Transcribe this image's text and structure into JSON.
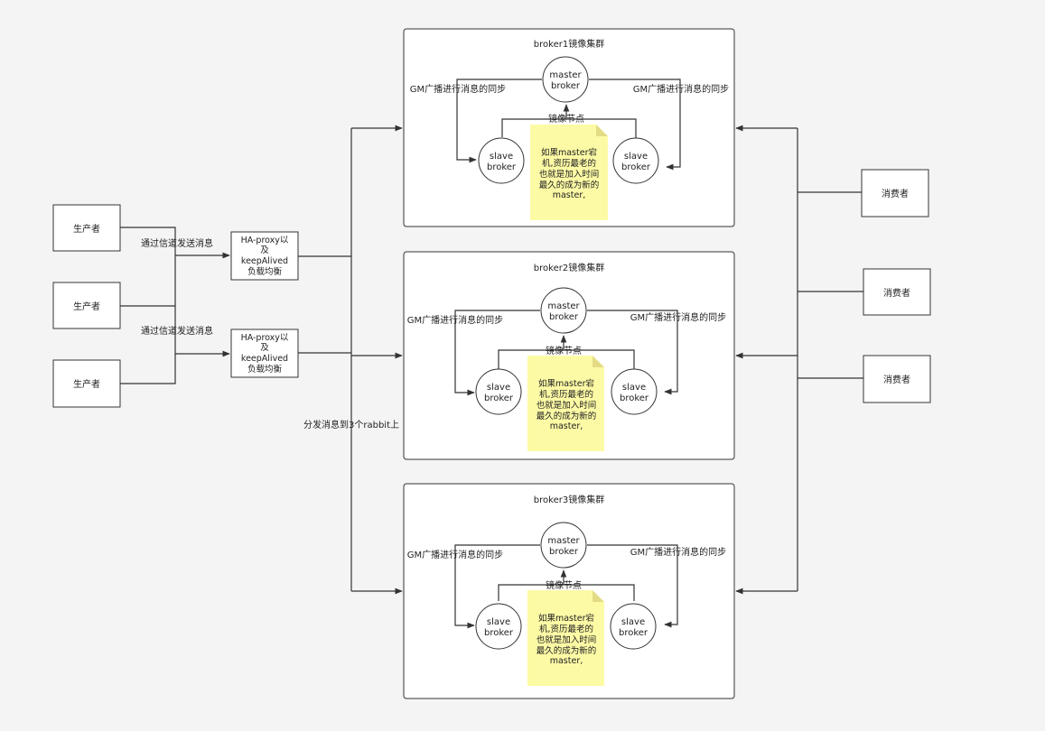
{
  "producers": {
    "label": "生产者",
    "items": [
      "生产者",
      "生产者",
      "生产者"
    ]
  },
  "consumers": {
    "label": "消费者",
    "items": [
      "消费者",
      "消费者",
      "消费者"
    ]
  },
  "proxies": [
    {
      "lines": [
        "HA-proxy以",
        "及",
        "keepAlived",
        "负载均衡"
      ],
      "send_label": "通过信道发送消息"
    },
    {
      "lines": [
        "HA-proxy以",
        "及",
        "keepAlived",
        "负载均衡"
      ],
      "send_label": "通过信道发送消息"
    }
  ],
  "distribute_label": "分发消息到3个rabbit上",
  "clusters": [
    {
      "title": "broker1镜像集群"
    },
    {
      "title": "broker2镜像集群"
    },
    {
      "title": "broker3镜像集群"
    }
  ],
  "cluster_text": {
    "master": [
      "master",
      "broker"
    ],
    "slave": [
      "slave",
      "broker"
    ],
    "gm_sync": "GM广播进行消息的同步",
    "mirror_node": "镜像节点",
    "note": [
      "如果master宕",
      "机,资历最老的",
      "也就是加入时间",
      "最久的成为新的",
      "master,"
    ]
  },
  "colors": {
    "note_fill": "#fdfaa5",
    "stroke": "#333333",
    "cluster_fill": "#ffffff"
  }
}
